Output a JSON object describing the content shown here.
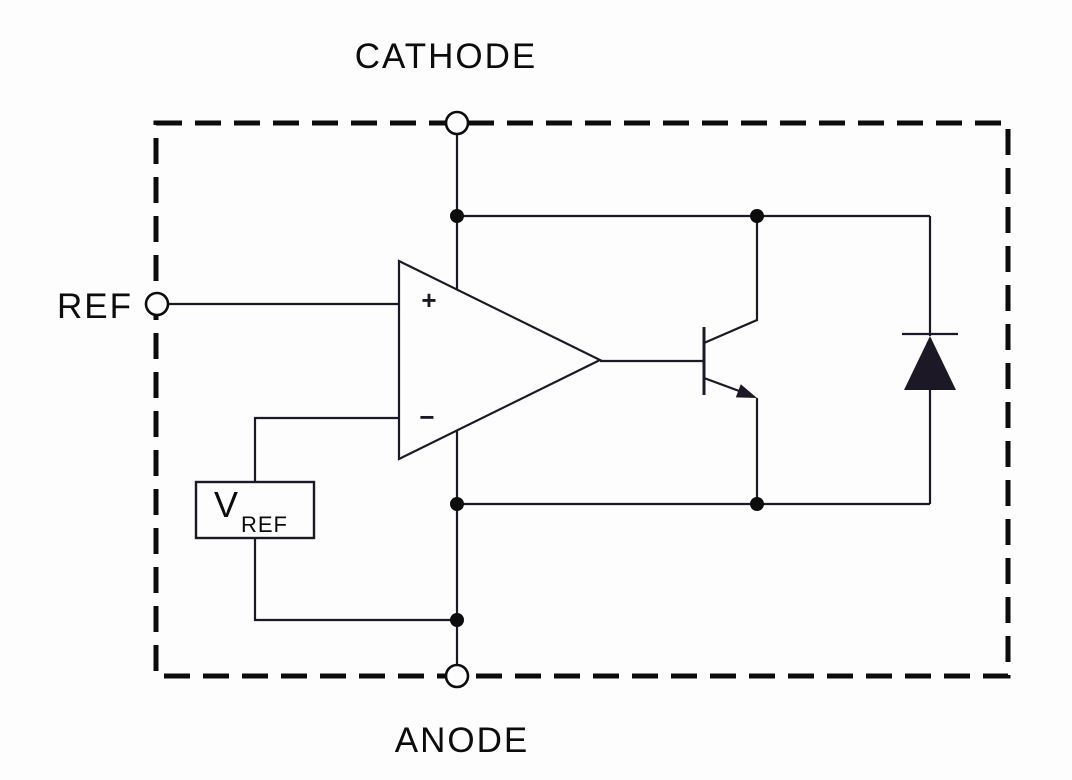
{
  "labels": {
    "cathode": "CATHODE",
    "anode": "ANODE",
    "ref": "REF"
  },
  "opamp": {
    "plus_input": "+",
    "minus_input": "−"
  },
  "vref_block": {
    "symbol": "V",
    "subscript": "REF"
  },
  "colors": {
    "background": "#fdfdfe",
    "wire": "#1c1826",
    "ink": "#0c0c0c"
  }
}
